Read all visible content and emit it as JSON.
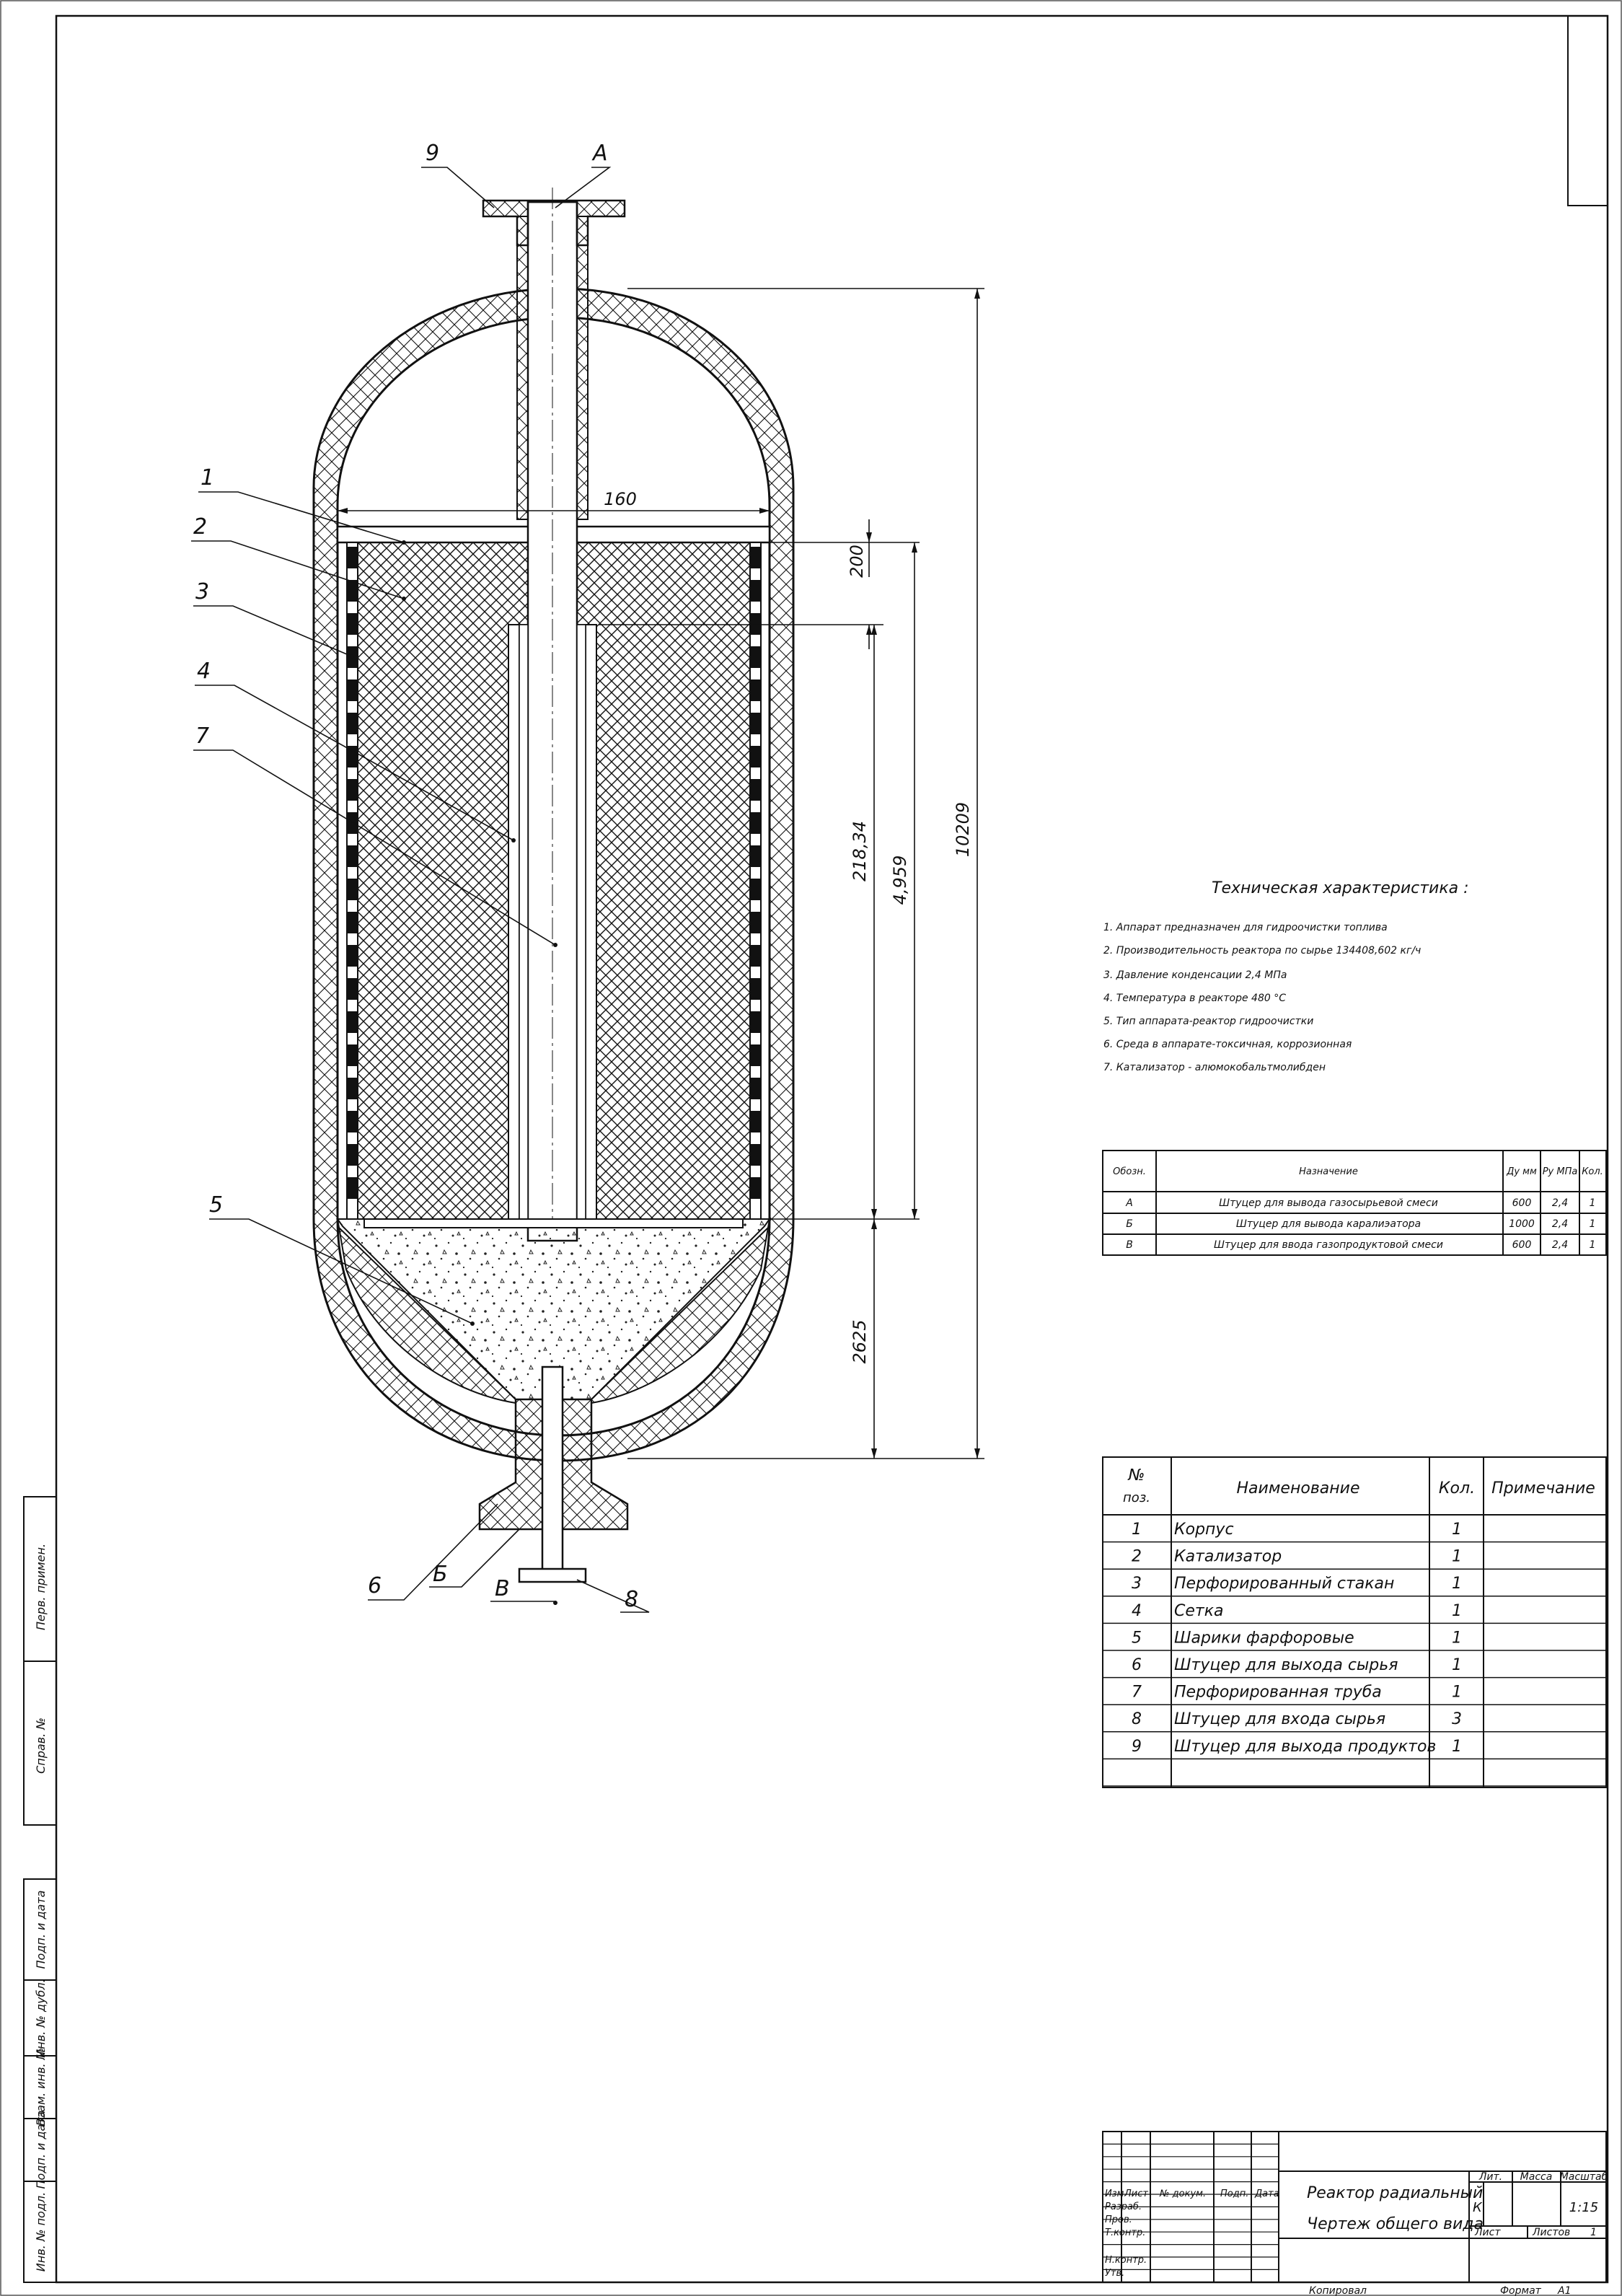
{
  "drawing": {
    "position_labels": [
      "1",
      "2",
      "3",
      "4",
      "7",
      "5",
      "6",
      "Б",
      "В",
      "8",
      "9",
      "A"
    ],
    "dimensions": {
      "width": "160",
      "d200": "200",
      "d21834": "218,34",
      "d4959": "4,959",
      "d10209": "10209",
      "d2625": "2625"
    }
  },
  "tech": {
    "title": "Техническая характеристика :",
    "items": [
      "1. Аппарат предназначен для гидроочистки топлива",
      "2. Производительность реактора по сырье  134408,602 кг/ч",
      "3. Давление конденсации 2,4 МПа",
      "4. Температура в реакторе 480 °С",
      "5. Тип аппарата-реактор гидроочистки",
      "6. Среда в аппарате-токсичная, коррозионная",
      "7. Катализатор - алюмокобальтмолибден"
    ]
  },
  "nozzles": {
    "headers": [
      "Обозн.",
      "Назначение",
      "Ду мм",
      "Ру МПа",
      "Кол."
    ],
    "rows": [
      [
        "А",
        "Штуцер для вывода газосырьевой смеси",
        "600",
        "2,4",
        "1"
      ],
      [
        "Б",
        "Штуцер для вывода каралиэатора",
        "1000",
        "2,4",
        "1"
      ],
      [
        "В",
        "Штуцер для ввода газопродуктовой смеси",
        "600",
        "2,4",
        "1"
      ]
    ]
  },
  "parts": {
    "headers": [
      "№ поз.",
      "Наименование",
      "Кол.",
      "Примечание"
    ],
    "rows": [
      [
        "1",
        "Корпус",
        "1",
        ""
      ],
      [
        "2",
        "Катализатор",
        "1",
        ""
      ],
      [
        "3",
        "Перфорированный стакан",
        "1",
        ""
      ],
      [
        "4",
        "Сетка",
        "1",
        ""
      ],
      [
        "5",
        "Шарики фарфоровые",
        "1",
        ""
      ],
      [
        "6",
        "Штуцер для выхода сырья",
        "1",
        ""
      ],
      [
        "7",
        "Перфорированная труба",
        "1",
        ""
      ],
      [
        "8",
        "Штуцер для входа сырья",
        "3",
        ""
      ],
      [
        "9",
        "Штуцер для выхода продуктов",
        "1",
        ""
      ]
    ]
  },
  "stamp": {
    "title1": "Реактор радиальный",
    "title2": "Чертеж общего вида",
    "lit": "Лит.",
    "massa": "Масса",
    "masshtab": "Масштаб",
    "lit_value": "К",
    "scale_value": "1:15",
    "list": "Лист",
    "listov": "Листов",
    "listov_value": "1",
    "cols": [
      "Изм",
      "Лист",
      "№ докум.",
      "Подп.",
      "Дата"
    ],
    "roles": [
      "Разраб.",
      "Пров.",
      "Т.контр.",
      "",
      "Н.контр.",
      "Утв."
    ],
    "copy": "Копировал",
    "format": "Формат",
    "format_value": "А1"
  },
  "side": [
    "Перв. примен.",
    "Справ. №",
    "Подп. и дата",
    "Инв. № дубл.",
    "Взам. инв. №",
    "Подп. и дата",
    "Инв. № подл."
  ]
}
